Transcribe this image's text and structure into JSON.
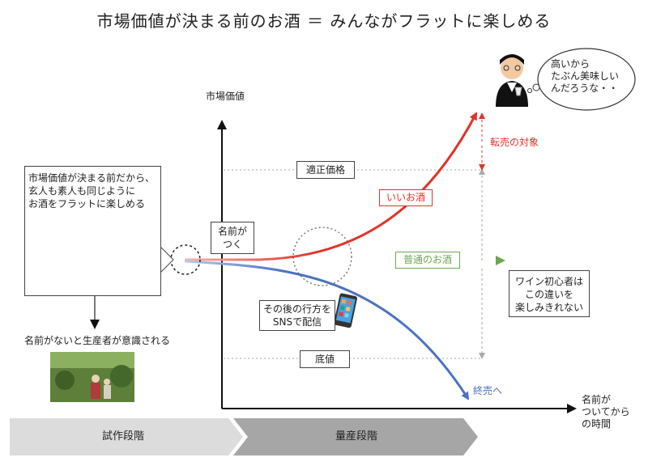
{
  "title": "市場価値が決まる前のお酒 ＝ みんながフラットに楽しめる",
  "axes": {
    "y_label": "市場価値",
    "x_label": [
      "名前が",
      "ついてから",
      "の時間"
    ]
  },
  "price_levels": {
    "top": "適正価格",
    "bottom": "底値"
  },
  "naming_label": [
    "名前が",
    "つく"
  ],
  "left_box": {
    "lines": [
      "市場価値が決まる前だから、",
      "玄人も素人も同じように",
      "お酒をフラットに楽しめる"
    ]
  },
  "producer_caption": "名前がないと生産者が意識される",
  "curves": {
    "good": "いいお酒",
    "normal": "普通のお酒",
    "end": "終売へ"
  },
  "resale_label": "転売の対象",
  "sns_box": [
    "その後の行方を",
    "SNSで配信"
  ],
  "beginner_box": [
    "ワイン初心者は",
    "この違いを",
    "楽しみきれない"
  ],
  "speech": [
    "高いから",
    "たぶん美味しい",
    "んだろうな・・"
  ],
  "phases": {
    "trial": "試作段階",
    "mass": "量産段階"
  },
  "colors": {
    "good": "#e0342a",
    "normal": "#6aa84f",
    "end": "#4a72c0",
    "axis": "#111111",
    "guide": "#aaaaaa",
    "phase_trial": "#dcdcdc",
    "phase_mass": "#a6a6a6"
  }
}
